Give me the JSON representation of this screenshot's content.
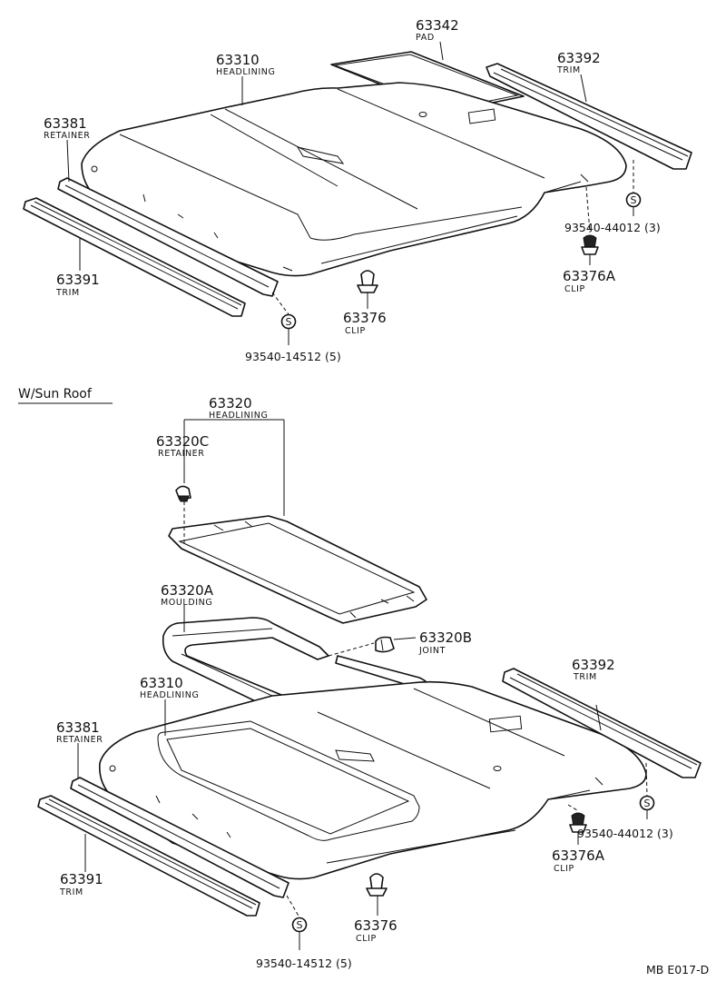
{
  "top": {
    "pad": {
      "num": "63342",
      "name": "PAD"
    },
    "headlining": {
      "num": "63310",
      "name": "HEADLINING"
    },
    "trim_right": {
      "num": "63392",
      "name": "TRIM"
    },
    "retainer": {
      "num": "63381",
      "name": "RETAINER"
    },
    "trim_left": {
      "num": "63391",
      "name": "TRIM"
    },
    "screw_right": {
      "ref": "93540-44012 (3)",
      "symbol": "S"
    },
    "clip_right": {
      "num": "63376A",
      "name": "CLIP"
    },
    "clip_center": {
      "num": "63376",
      "name": "CLIP"
    },
    "screw_left": {
      "ref": "93540-14512 (5)",
      "symbol": "S"
    }
  },
  "section_title": "W/Sun Roof",
  "bottom": {
    "headlining_sunroof": {
      "num": "63320",
      "name": "HEADLINING"
    },
    "retainer_c": {
      "num": "63320C",
      "name": "RETAINER"
    },
    "moulding": {
      "num": "63320A",
      "name": "MOULDING"
    },
    "joint": {
      "num": "63320B",
      "name": "JOINT"
    },
    "headlining": {
      "num": "63310",
      "name": "HEADLINING"
    },
    "trim_right": {
      "num": "63392",
      "name": "TRIM"
    },
    "retainer": {
      "num": "63381",
      "name": "RETAINER"
    },
    "trim_left": {
      "num": "63391",
      "name": "TRIM"
    },
    "screw_right": {
      "ref": "93540-44012 (3)",
      "symbol": "S"
    },
    "clip_right": {
      "num": "63376A",
      "name": "CLIP"
    },
    "clip_center": {
      "num": "63376",
      "name": "CLIP"
    },
    "screw_left": {
      "ref": "93540-14512 (5)",
      "symbol": "S"
    }
  },
  "diagram_code": "MB E017-D"
}
